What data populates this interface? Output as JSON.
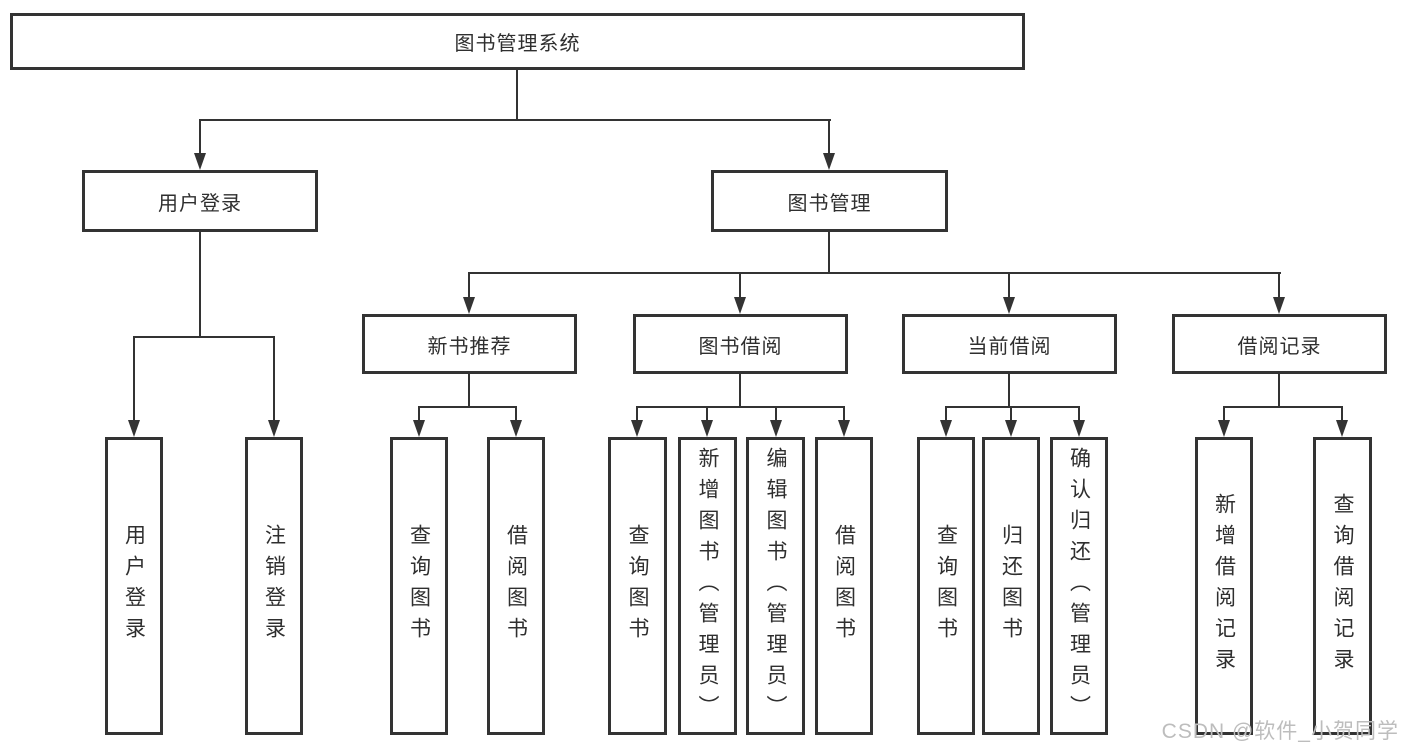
{
  "nodes": {
    "root": "图书管理系统",
    "level2": [
      "用户登录",
      "图书管理"
    ],
    "level3": [
      "新书推荐",
      "图书借阅",
      "当前借阅",
      "借阅记录"
    ],
    "leaves": {
      "user_login": [
        "用户登录",
        "注销登录"
      ],
      "new_book_rec": [
        "查询图书",
        "借阅图书"
      ],
      "book_borrow": [
        "查询图书",
        "新增图书（管理员）",
        "编辑图书（管理员）",
        "借阅图书"
      ],
      "current_borrow": [
        "查询图书",
        "归还图书",
        "确认归还（管理员）"
      ],
      "borrow_record": [
        "新增借阅记录",
        "查询借阅记录"
      ]
    }
  },
  "watermark": "CSDN @软件_小贺同学",
  "colors": {
    "line": "#333333",
    "text": "#2f2f2f",
    "watermark": "#bdbdbd",
    "background": "#ffffff"
  }
}
